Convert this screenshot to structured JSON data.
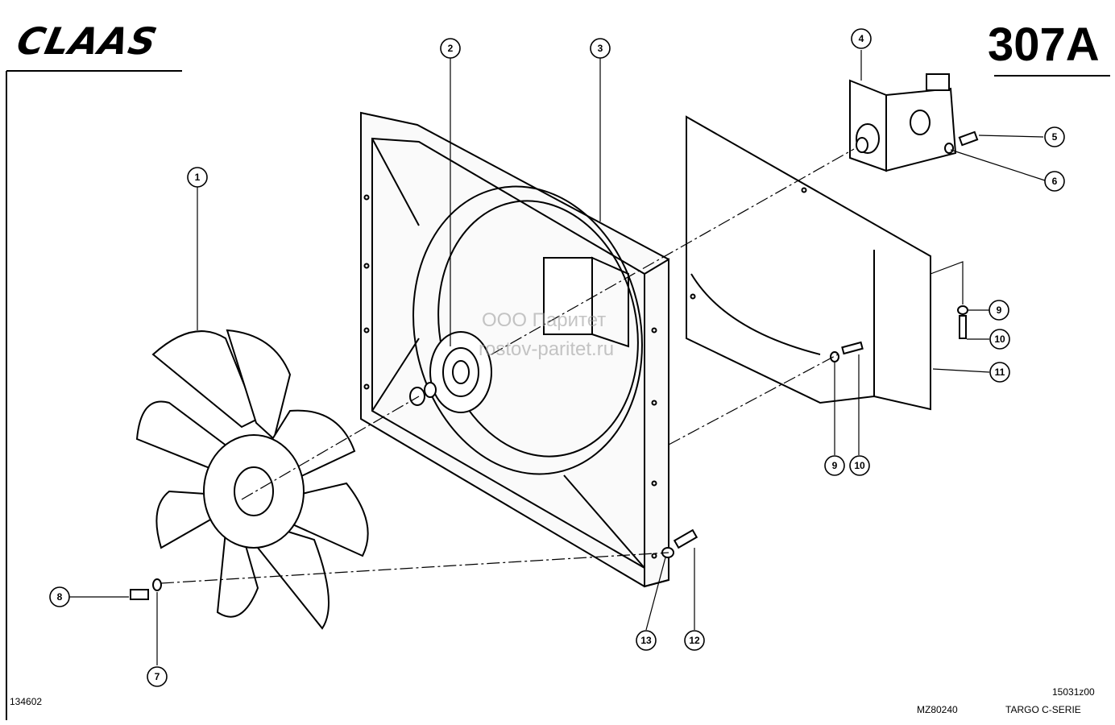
{
  "header": {
    "brand": "CLAAS",
    "page_code": "307A"
  },
  "watermark": {
    "line1": "ООО Паритет",
    "line2": "rostov-paritet.ru"
  },
  "footer": {
    "left_code": "134602",
    "drawing_no": "MZ80240",
    "revision": "15031z00",
    "series": "TARGO C-SERIE"
  },
  "callouts": [
    {
      "id": "c1",
      "label": "1"
    },
    {
      "id": "c2",
      "label": "2"
    },
    {
      "id": "c3",
      "label": "3"
    },
    {
      "id": "c4",
      "label": "4"
    },
    {
      "id": "c5",
      "label": "5"
    },
    {
      "id": "c6",
      "label": "6"
    },
    {
      "id": "c7",
      "label": "7"
    },
    {
      "id": "c8",
      "label": "8"
    },
    {
      "id": "c9a",
      "label": "9"
    },
    {
      "id": "c9b",
      "label": "9"
    },
    {
      "id": "c10a",
      "label": "10"
    },
    {
      "id": "c10b",
      "label": "10"
    },
    {
      "id": "c11",
      "label": "11"
    },
    {
      "id": "c12",
      "label": "12"
    },
    {
      "id": "c13",
      "label": "13"
    }
  ]
}
